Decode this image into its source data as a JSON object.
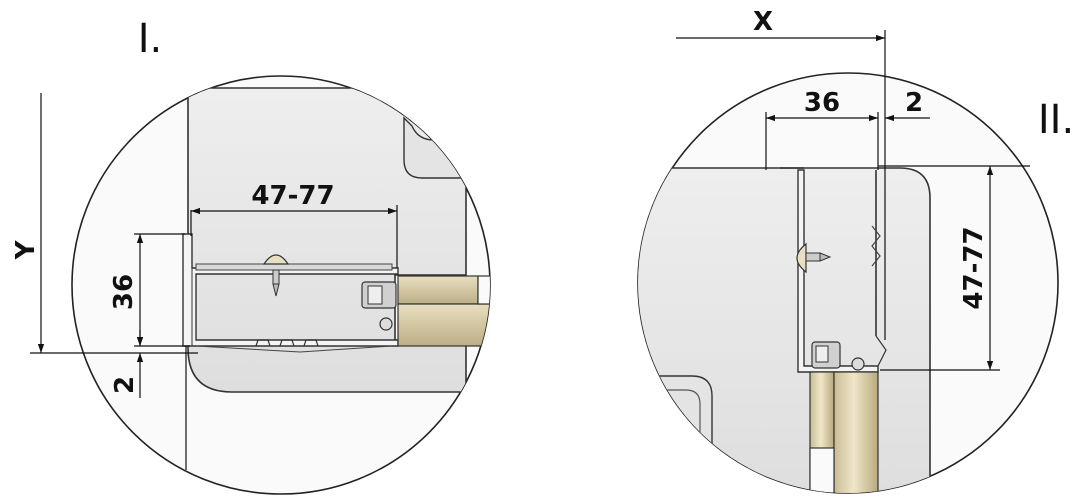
{
  "detail_1": {
    "label": "I.",
    "dim_width": "47-77",
    "dim_height": "36",
    "dim_gap": "2",
    "dim_y": "Y"
  },
  "detail_2": {
    "label": "II.",
    "dim_x": "X",
    "dim_36": "36",
    "dim_2": "2",
    "dim_height": "47-77"
  }
}
